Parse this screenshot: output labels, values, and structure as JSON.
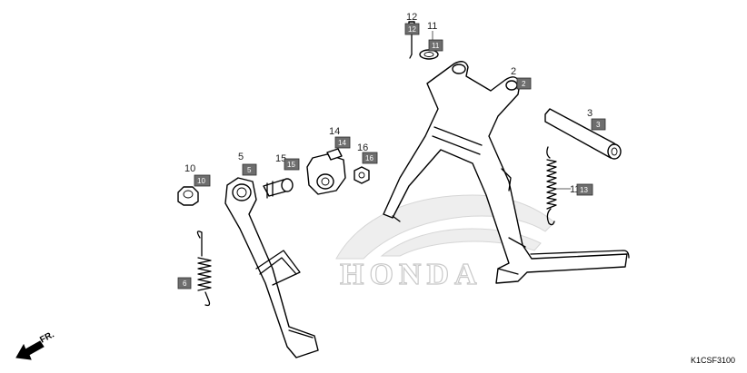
{
  "diagram": {
    "code": "K1CSF3100",
    "direction_label": "FR.",
    "watermark_text": "HONDA",
    "colors": {
      "badge_fill": "#6e6e6e",
      "badge_stroke": "#2e2e2e",
      "line": "#000000",
      "watermark": "#c9c9c9"
    }
  },
  "callouts": [
    {
      "id": "2",
      "label": "2",
      "badge": "2"
    },
    {
      "id": "3",
      "label": "3",
      "badge": "3"
    },
    {
      "id": "5",
      "label": "5",
      "badge": "5"
    },
    {
      "id": "6",
      "label": "",
      "badge": "6"
    },
    {
      "id": "10",
      "label": "10",
      "badge": "10"
    },
    {
      "id": "11",
      "label": "11",
      "badge": "11"
    },
    {
      "id": "12",
      "label": "12",
      "badge": "12"
    },
    {
      "id": "13",
      "label": "11",
      "badge": "13"
    },
    {
      "id": "14",
      "label": "14",
      "badge": "14"
    },
    {
      "id": "15",
      "label": "15",
      "badge": "15"
    },
    {
      "id": "16",
      "label": "16",
      "badge": "16"
    }
  ]
}
